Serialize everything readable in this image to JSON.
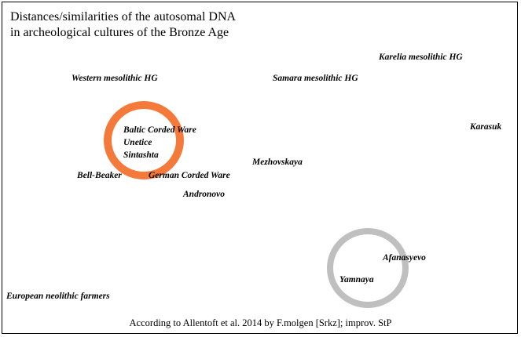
{
  "title": {
    "line1": "Distances/similarities of the autosomal DNA",
    "line2": "in archeological cultures of the Bronze Age"
  },
  "labels": {
    "karelia": "Karelia mesolithic HG",
    "western": "Western mesolithic HG",
    "samara": "Samara mesolithic HG",
    "karasuk": "Karasuk",
    "baltic": "Baltic Corded Ware",
    "unetice": "Unetice",
    "sintashta": "Sintashta",
    "mezhovskaya": "Mezhovskaya",
    "bellbeaker": "Bell-Beaker",
    "german": "German Corded Ware",
    "andronovo": "Andronovo",
    "afanasyevo": "Afanasyevo",
    "yamnaya": "Yamnaya",
    "european": "European neolithic farmers"
  },
  "colors": {
    "orange_circle": "#f47a3c",
    "gray_circle": "#bfbfbf"
  },
  "footer": "According to Allentoft et al. 2014  by F.molgen [Srkz];  improv. StP"
}
